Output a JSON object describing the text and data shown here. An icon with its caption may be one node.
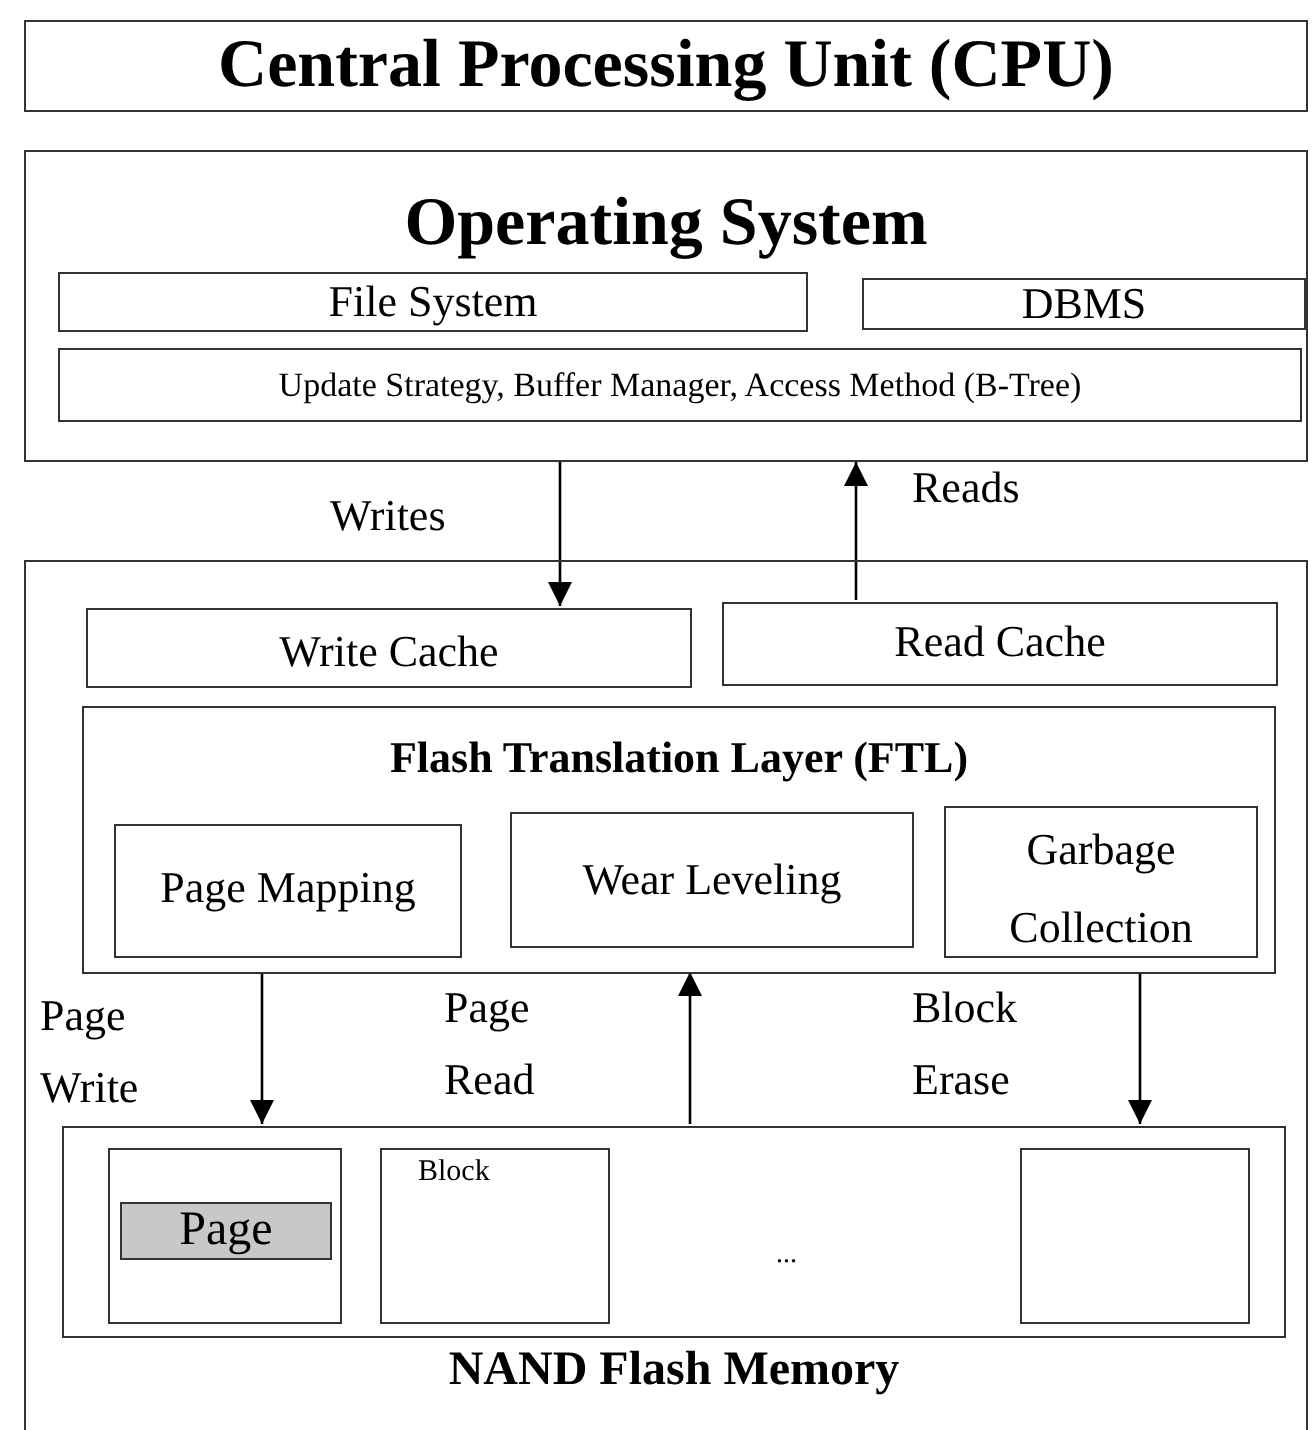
{
  "diagram": {
    "nodes": [
      {
        "text": [
          "Central Processing Unit (CPU)"
        ]
      },
      {
        "text": [
          "Operating System"
        ]
      },
      {
        "text": [
          "File System"
        ],
        "in": 1
      },
      {
        "text": [
          "DBMS"
        ],
        "in": 1
      },
      {
        "text": [
          "Update Strategy, Buffer Manager, Access Method (B-Tree)"
        ],
        "in": 1
      },
      {
        "text": [],
        "shape": "box"
      },
      {
        "text": [
          "Write Cache"
        ],
        "in": 5
      },
      {
        "text": [
          "Read Cache"
        ],
        "in": 5
      },
      {
        "text": [
          "Flash Translation Layer (FTL)"
        ],
        "in": 5
      },
      {
        "text": [
          "Page Mapping"
        ],
        "in": 8
      },
      {
        "text": [
          "Wear Leveling"
        ],
        "in": 8
      },
      {
        "text": [
          "Garbage Collection"
        ],
        "in": 8
      },
      {
        "text": [
          "NAND Flash Memory"
        ],
        "in": 5
      },
      {
        "text": [],
        "shape": "box",
        "in": 12
      },
      {
        "text": [
          "Page"
        ],
        "in": 13
      },
      {
        "text": [
          "Block"
        ],
        "in": 12
      },
      {
        "text": [],
        "shape": "box",
        "in": 12
      }
    ],
    "edges": [
      {
        "from": 1,
        "to": 6,
        "arrow": "to",
        "label": "Writes"
      },
      {
        "from": 7,
        "to": 1,
        "arrow": "to",
        "label": "Reads"
      },
      {
        "from": 8,
        "to": 12,
        "arrow": "to",
        "label": "Page Write"
      },
      {
        "from": 12,
        "to": 8,
        "arrow": "to",
        "label": "Page Read"
      },
      {
        "from": 8,
        "to": 12,
        "arrow": "to",
        "label": "Block Erase"
      }
    ],
    "labels": [
      "..."
    ]
  }
}
